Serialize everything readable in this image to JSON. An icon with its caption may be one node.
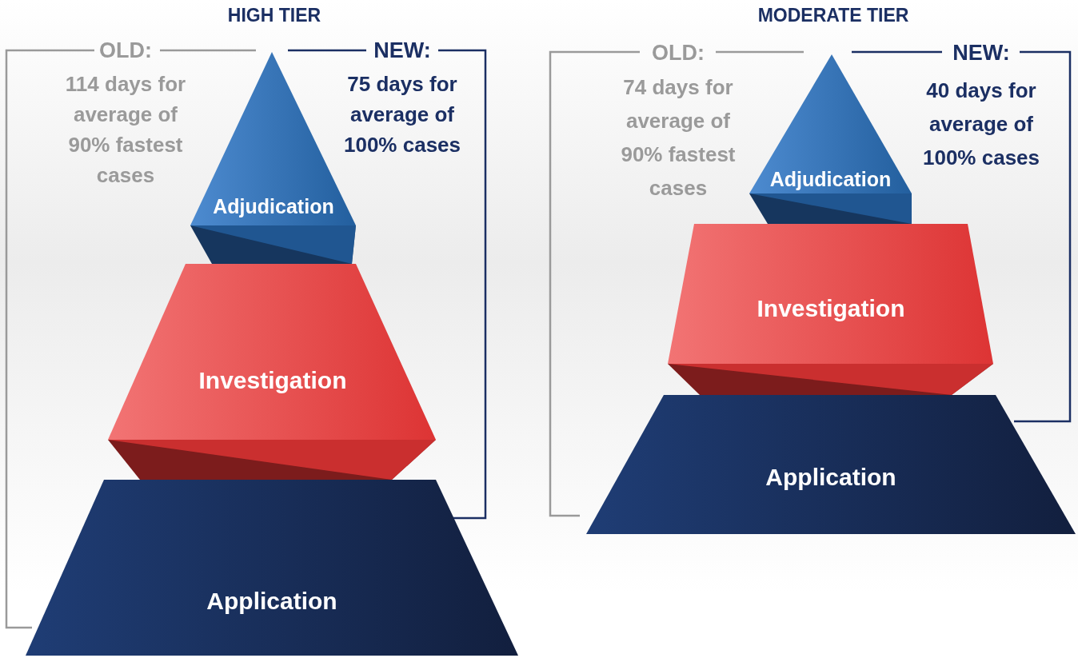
{
  "diagram": {
    "nodes": [
      {
        "text": [
          "Adjudication"
        ]
      },
      {
        "text": [
          "Investigation"
        ]
      },
      {
        "text": [
          "Application"
        ]
      },
      {
        "text": [
          "Adjudication"
        ]
      },
      {
        "text": [
          "Investigation"
        ]
      },
      {
        "text": [
          "Application"
        ]
      }
    ],
    "edges": [],
    "labels": [
      "HIGH TIER",
      "OLD:",
      "114 days for average of 90% fastest cases",
      "NEW:",
      "75 days for average of 100% cases",
      "MODERATE TIER",
      "OLD:",
      "74 days for average of 90% fastest cases",
      "NEW:",
      "40 days for average of 100% cases"
    ]
  }
}
